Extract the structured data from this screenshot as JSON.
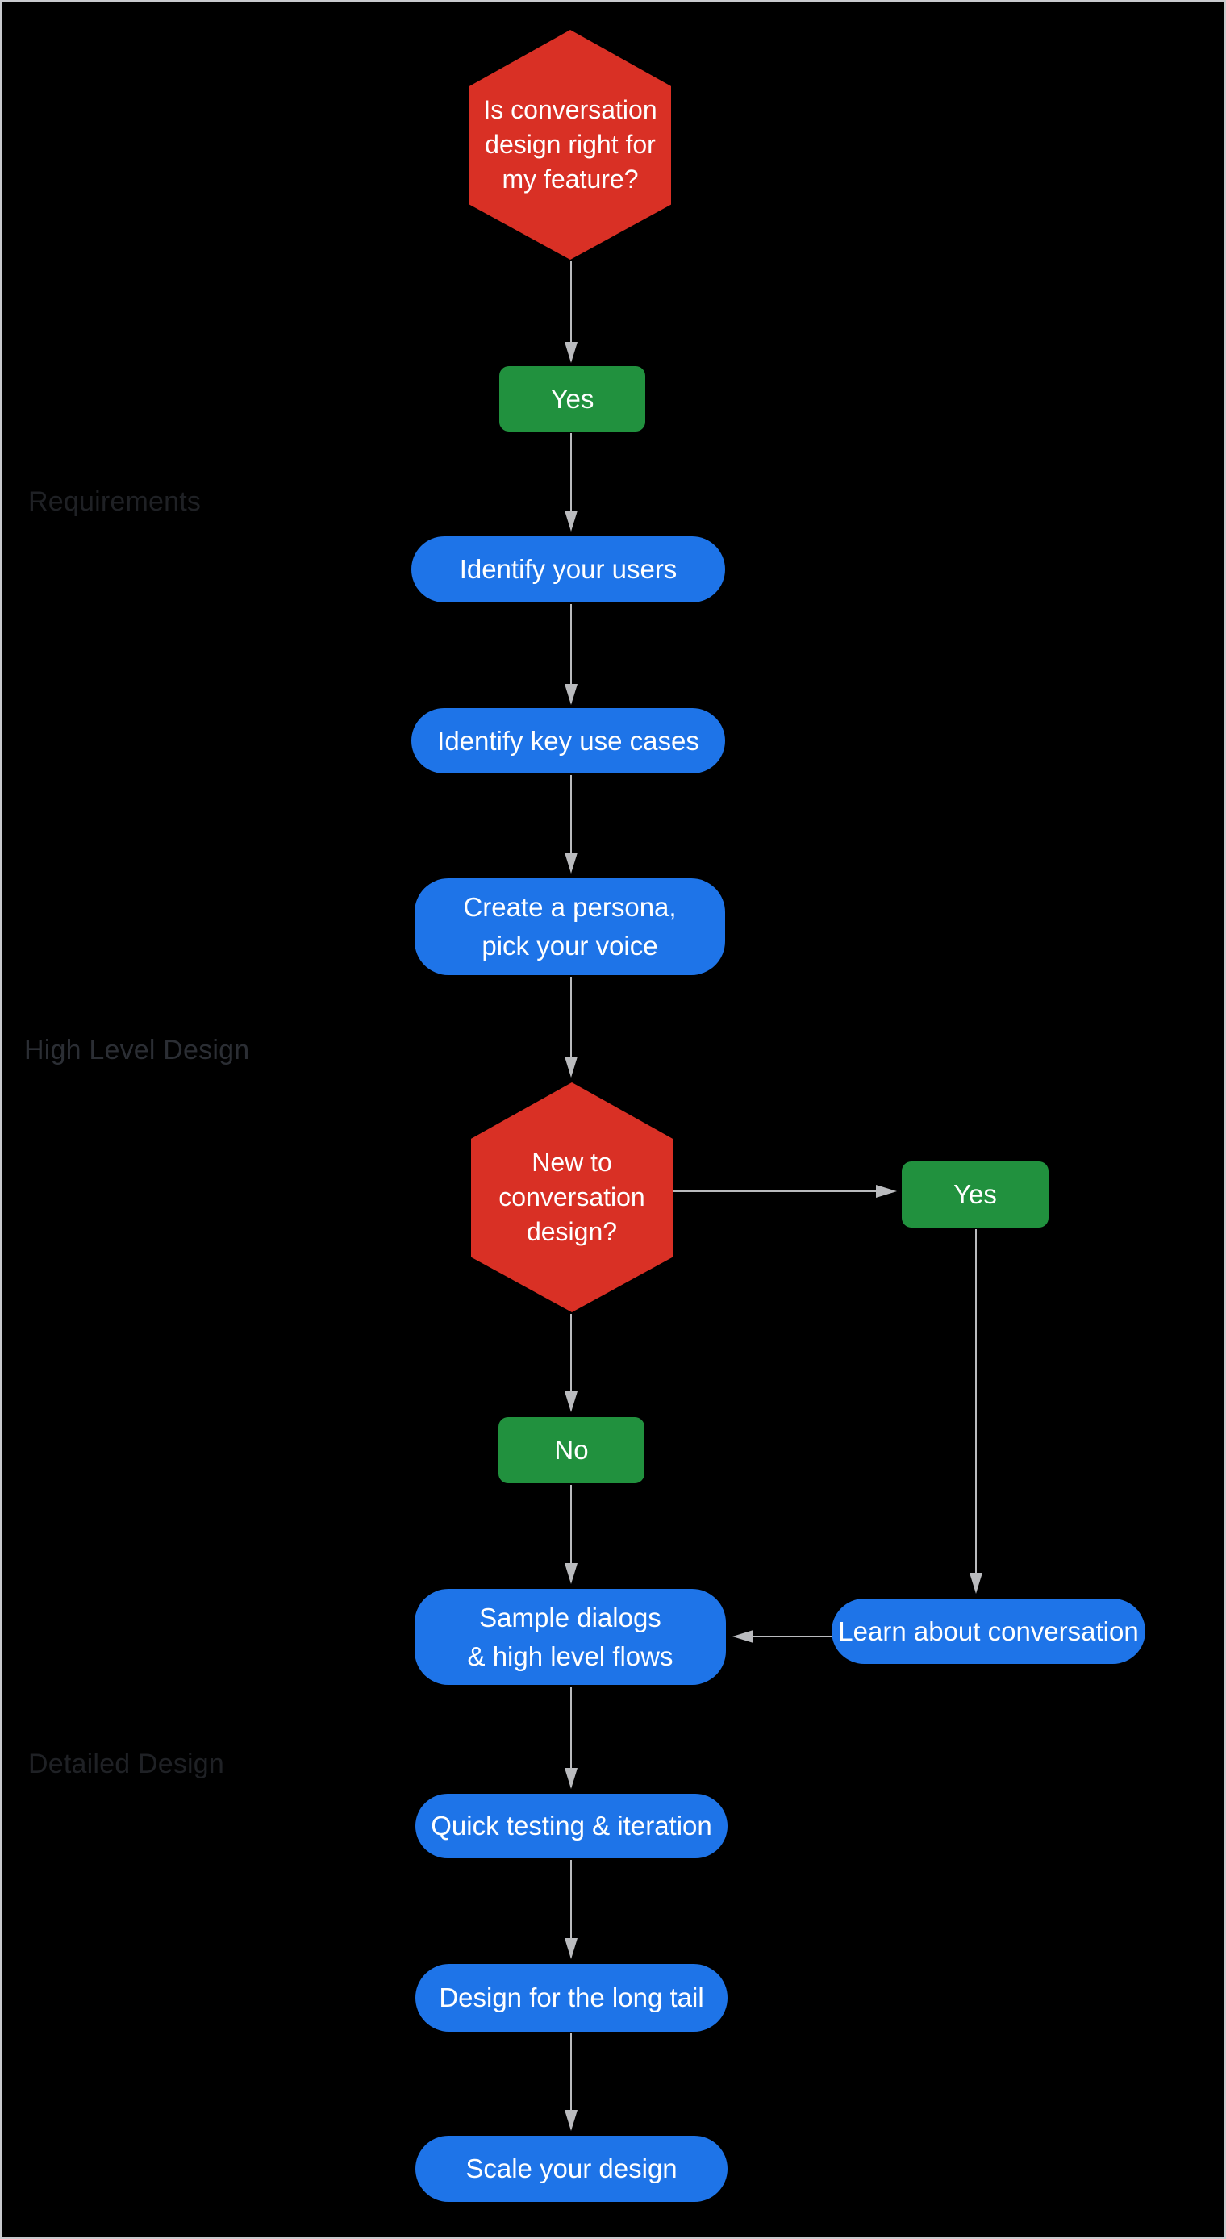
{
  "colors": {
    "decision_red": "#D93025",
    "outcome_green": "#21913E",
    "step_blue": "#1E74E8",
    "band_dark": "#000000",
    "band_light": "#F0F0F1",
    "arrow_gray": "#BABBBE"
  },
  "sections": {
    "requirements": {
      "label": "Requirements"
    },
    "high_level": {
      "label": "High Level Design"
    },
    "detailed": {
      "label": "Detailed Design"
    }
  },
  "flow": {
    "decision_start": {
      "lines": [
        "Is conversation",
        "design right for",
        "my feature?"
      ]
    },
    "outcome_yes_start": {
      "label": "Yes"
    },
    "identify_users": {
      "label": "Identify your users"
    },
    "identify_use_cases": {
      "label": "Identify key use cases"
    },
    "create_persona": {
      "lines": [
        "Create a persona,",
        "pick your voice"
      ]
    },
    "decision_new": {
      "lines": [
        "New to",
        "conversation",
        "design?"
      ]
    },
    "outcome_yes_new": {
      "label": "Yes"
    },
    "outcome_no_new": {
      "label": "No"
    },
    "sample_dialogs": {
      "lines": [
        "Sample dialogs",
        "& high level flows"
      ]
    },
    "learn_conversation": {
      "label": "Learn about conversation"
    },
    "quick_testing": {
      "label": "Quick testing & iteration"
    },
    "design_long_tail": {
      "label": "Design for the long tail"
    },
    "scale_design": {
      "label": "Scale your design"
    }
  }
}
